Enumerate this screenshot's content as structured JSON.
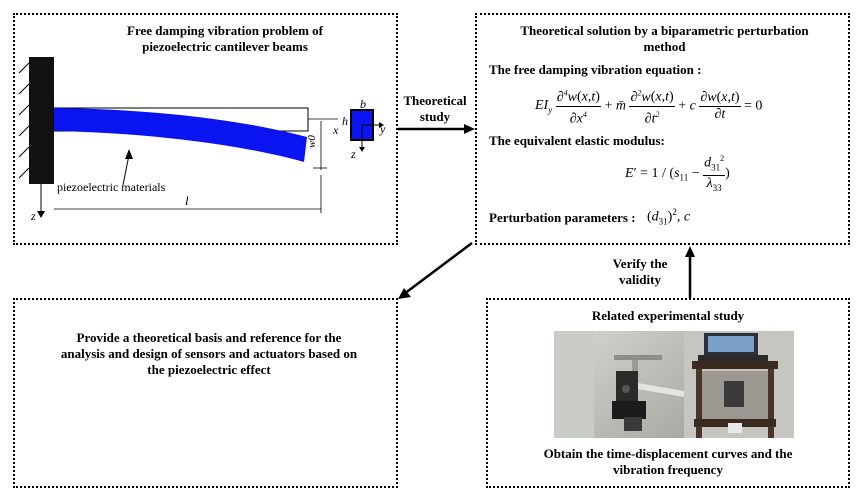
{
  "box1": {
    "title": "Free damping vibration problem of piezoelectric cantilever beams",
    "piezo_label": "piezoelectric materials",
    "length_label": "l",
    "z_label": "z",
    "w0_label": "w0",
    "x_label": "x",
    "h_label": "h",
    "y_label": "y",
    "b_label": "b",
    "z2_label": "z"
  },
  "arrow1": {
    "label": "Theoretical study"
  },
  "box2": {
    "title": "Theoretical solution by a biparametric perturbation method",
    "eq_heading": "The free damping vibration equation :",
    "modulus_heading": "The equivalent elastic modulus:",
    "perturb_heading": "Perturbation parameters :",
    "perturb_value": "(d31)^2 , c",
    "eq1_text": "EIy ∂4w(x,t)/∂x4 + m̄ ∂2w(x,t)/∂t2 + c ∂w(x,t)/∂t = 0",
    "eq2_text": "E' = 1/(s11 − d31^2/λ33)"
  },
  "arrow3": {
    "label": "Verify the validity"
  },
  "box4": {
    "title": "Related experimental study",
    "caption": "Obtain the time-displacement curves and the vibration frequency"
  },
  "box3": {
    "text": "Provide a theoretical basis and reference for the analysis and design of sensors and actuators based on the piezoelectric effect"
  },
  "colors": {
    "beam": "#0a14f0",
    "wall": "#111111",
    "border": "#000000"
  }
}
